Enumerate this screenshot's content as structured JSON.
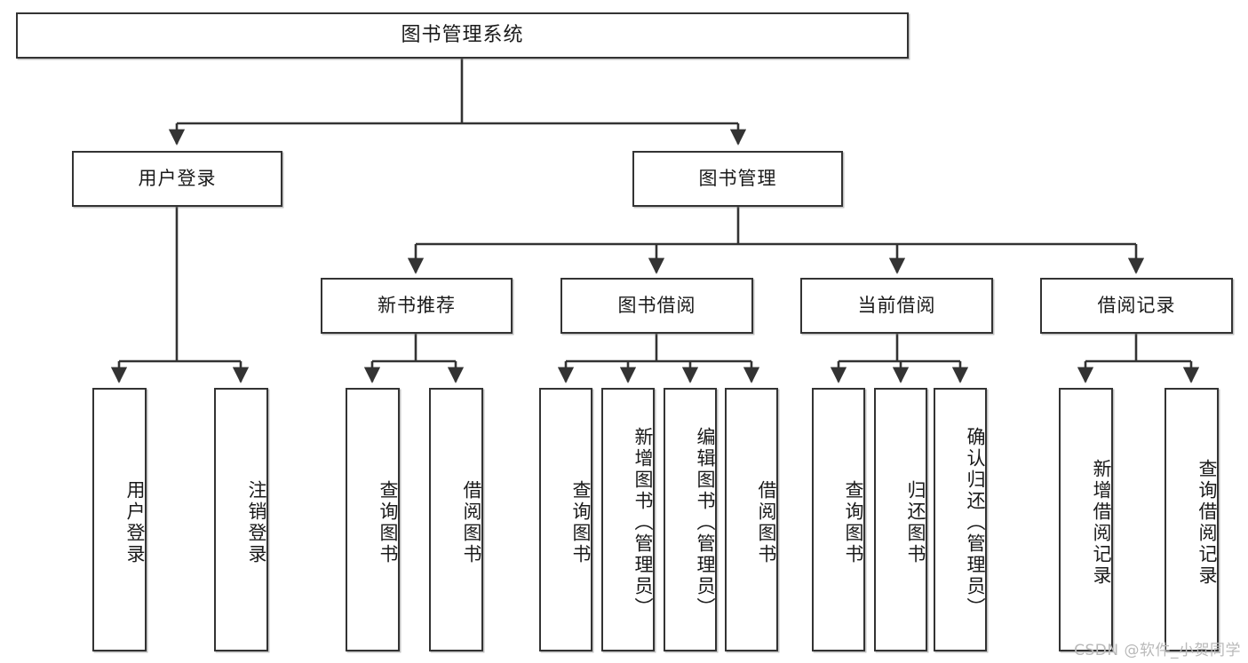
{
  "diagram": {
    "type": "tree-hierarchy",
    "title": "图书管理系统",
    "watermark": "CSDN @软件_小贺同学",
    "colors": {
      "box_border": "#333333",
      "box_fill": "#ffffff",
      "connector": "#333333",
      "text": "#1a1a1a",
      "watermark": "#b9b9b9",
      "background": "#ffffff"
    },
    "nodes": {
      "root": {
        "label": "图书管理系统",
        "orientation": "horizontal"
      },
      "level2": [
        {
          "id": "user-login",
          "label": "用户登录",
          "orientation": "horizontal"
        },
        {
          "id": "book-manage",
          "label": "图书管理",
          "orientation": "horizontal"
        }
      ],
      "level3": [
        {
          "id": "new-book-recommend",
          "label": "新书推荐",
          "orientation": "horizontal"
        },
        {
          "id": "book-borrow",
          "label": "图书借阅",
          "orientation": "horizontal"
        },
        {
          "id": "current-borrow",
          "label": "当前借阅",
          "orientation": "horizontal"
        },
        {
          "id": "borrow-record",
          "label": "借阅记录",
          "orientation": "horizontal"
        }
      ],
      "leaves": [
        {
          "id": "leaf-user-login",
          "parent": "user-login",
          "label": "用户登录",
          "orientation": "vertical"
        },
        {
          "id": "leaf-logout",
          "parent": "user-login",
          "label": "注销登录",
          "orientation": "vertical"
        },
        {
          "id": "leaf-query-book-1",
          "parent": "new-book-recommend",
          "label": "查询图书",
          "orientation": "vertical"
        },
        {
          "id": "leaf-borrow-book-1",
          "parent": "new-book-recommend",
          "label": "借阅图书",
          "orientation": "vertical"
        },
        {
          "id": "leaf-query-book-2",
          "parent": "book-borrow",
          "label": "查询图书",
          "orientation": "vertical"
        },
        {
          "id": "leaf-add-book",
          "parent": "book-borrow",
          "label": "新增图书（管理员）",
          "orientation": "vertical"
        },
        {
          "id": "leaf-edit-book",
          "parent": "book-borrow",
          "label": "编辑图书（管理员）",
          "orientation": "vertical"
        },
        {
          "id": "leaf-borrow-book-2",
          "parent": "book-borrow",
          "label": "借阅图书",
          "orientation": "vertical"
        },
        {
          "id": "leaf-query-book-3",
          "parent": "current-borrow",
          "label": "查询图书",
          "orientation": "vertical"
        },
        {
          "id": "leaf-return-book",
          "parent": "current-borrow",
          "label": "归还图书",
          "orientation": "vertical"
        },
        {
          "id": "leaf-confirm-return",
          "parent": "current-borrow",
          "label": "确认归还（管理员）",
          "orientation": "vertical"
        },
        {
          "id": "leaf-add-record",
          "parent": "borrow-record",
          "label": "新增借阅记录",
          "orientation": "vertical"
        },
        {
          "id": "leaf-query-record",
          "parent": "borrow-record",
          "label": "查询借阅记录",
          "orientation": "vertical"
        }
      ]
    }
  }
}
